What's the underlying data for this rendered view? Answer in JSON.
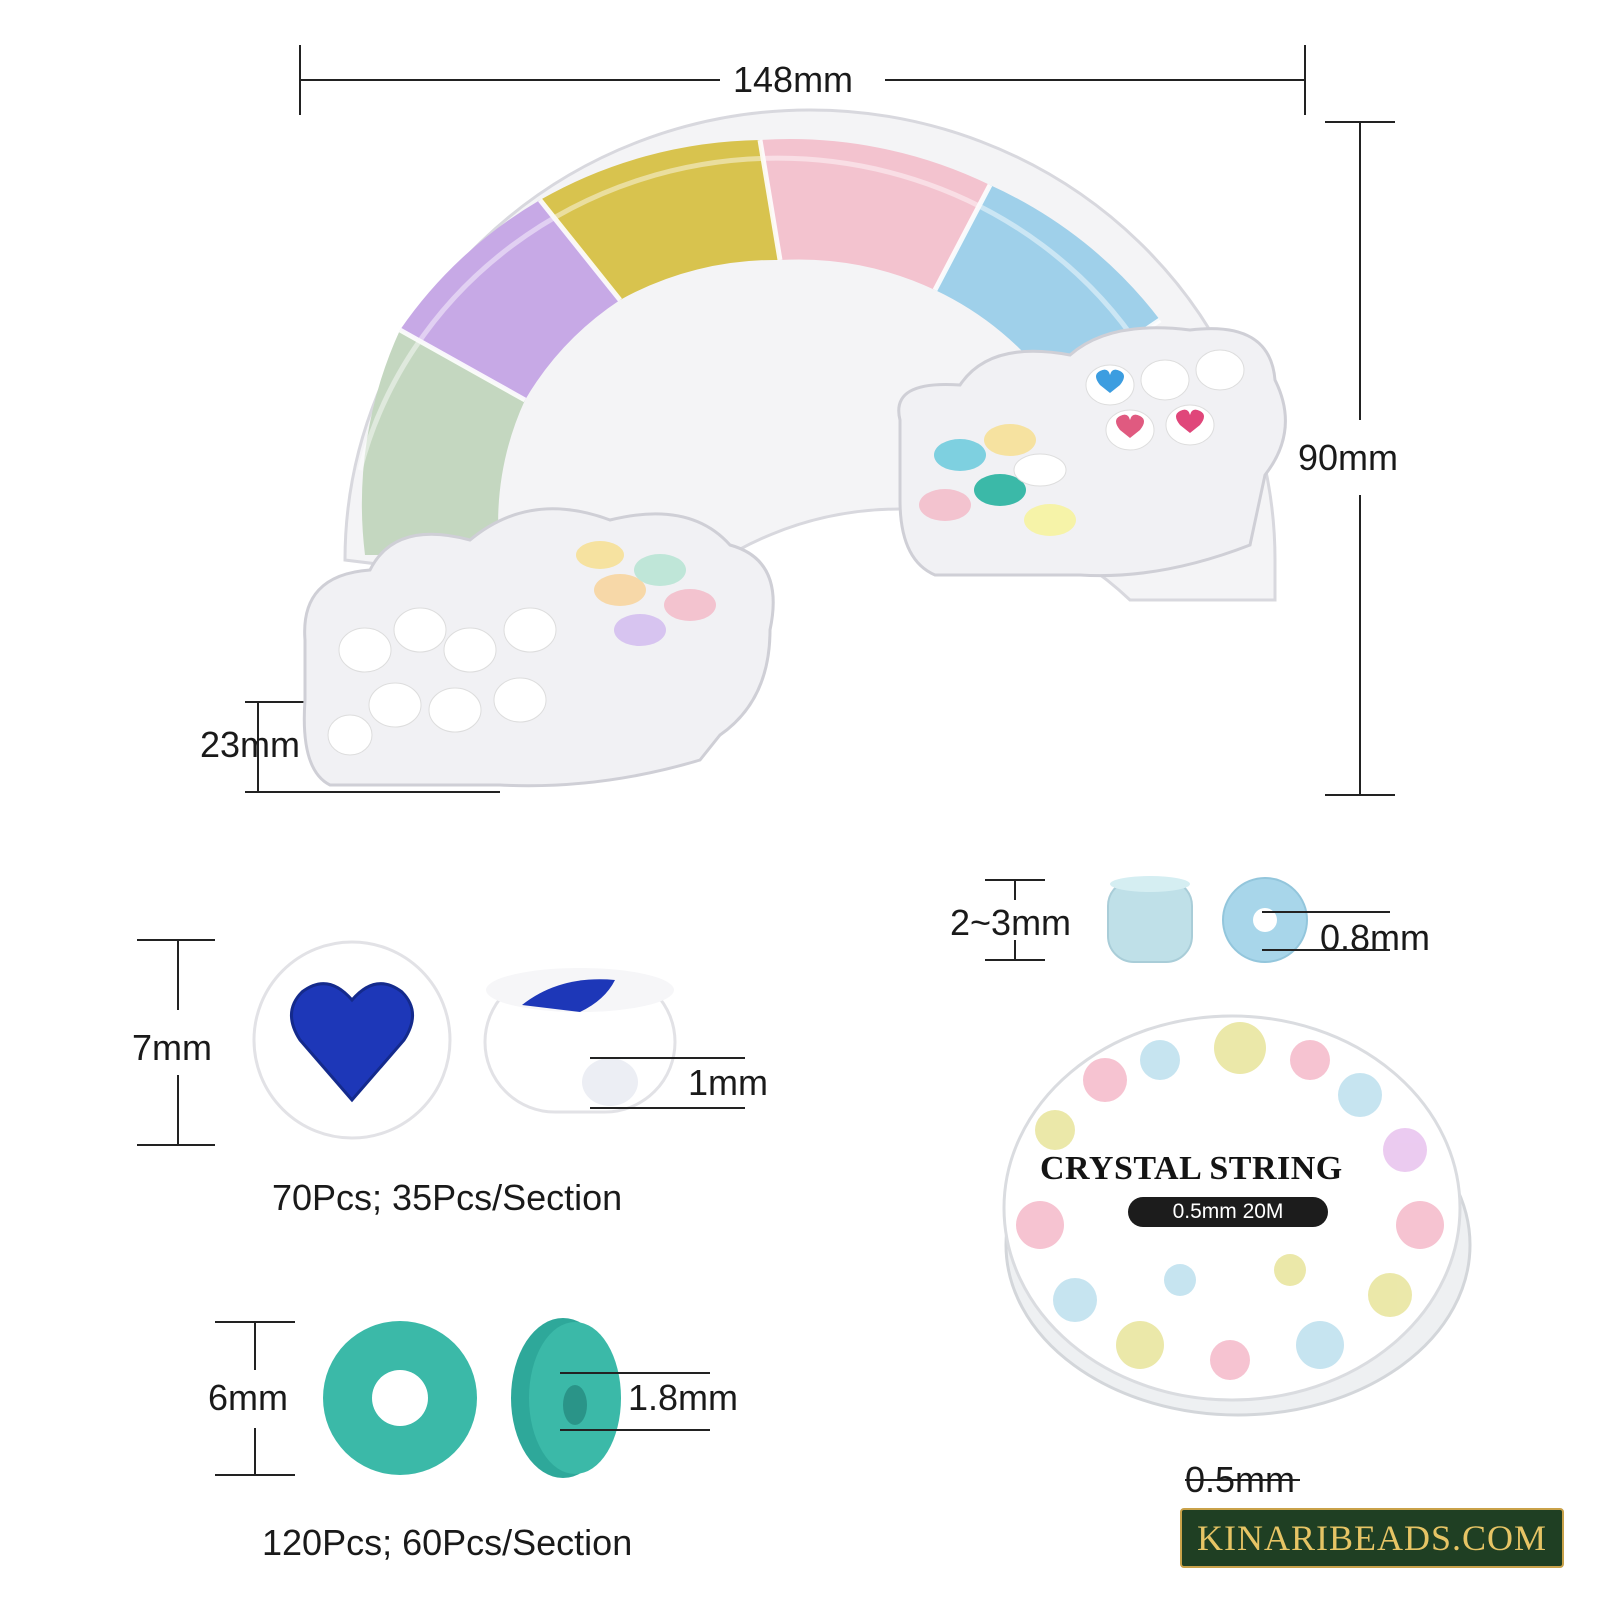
{
  "tray": {
    "width_label": "148mm",
    "height_label": "90mm",
    "depth_label": "23mm"
  },
  "seed_bead": {
    "size_label": "2~3mm",
    "hole_label": "0.8mm"
  },
  "heart_bead": {
    "size_label": "7mm",
    "hole_label": "1mm",
    "quantity": "70Pcs; 35Pcs/Section"
  },
  "disc_bead": {
    "size_label": "6mm",
    "hole_label": "1.8mm",
    "quantity": "120Pcs; 60Pcs/Section"
  },
  "string": {
    "brand": "CRYSTAL STRING",
    "spec": "0.5mm 20M",
    "size_label": "0.5mm"
  },
  "watermark": "KINARIBEADS.COM",
  "colors": {
    "purple": "#c7a9e6",
    "yellow": "#d8c34e",
    "pink": "#f3c3cf",
    "blue": "#9fd0ea",
    "sage": "#c4d7c0",
    "teal": "#3bb9a8",
    "heart": "#1d37b8"
  }
}
